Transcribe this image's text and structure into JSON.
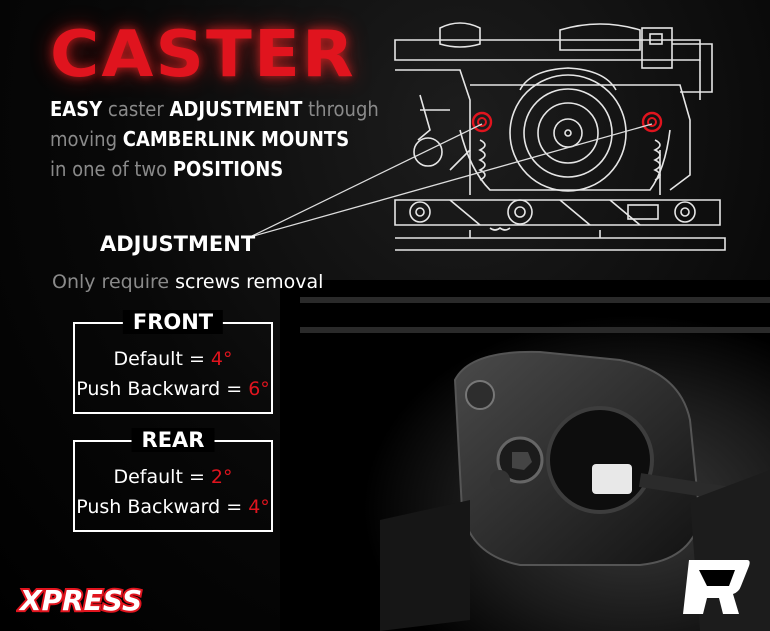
{
  "title": "CASTER",
  "description": {
    "line1": [
      {
        "text": "EASY",
        "bold": true
      },
      {
        "text": " caster ",
        "bold": false
      },
      {
        "text": "ADJUSTMENT",
        "bold": true
      },
      {
        "text": " through",
        "bold": false
      }
    ],
    "line2": [
      {
        "text": "moving ",
        "bold": false
      },
      {
        "text": "CAMBERLINK MOUNTS",
        "bold": true
      }
    ],
    "line3": [
      {
        "text": "in one of two ",
        "bold": false
      },
      {
        "text": "POSITIONS",
        "bold": true
      }
    ]
  },
  "adjustment": {
    "title": "ADJUSTMENT",
    "sub_prefix": "Only require ",
    "sub_highlight": "screws removal"
  },
  "front": {
    "heading": "FRONT",
    "default_label": "Default = ",
    "default_value": "4°",
    "push_label": "Push Backward = ",
    "push_value": "6°"
  },
  "rear": {
    "heading": "REAR",
    "default_label": "Default = ",
    "default_value": "2°",
    "push_label": "Push Backward = ",
    "push_value": "4°"
  },
  "brand": {
    "xpress": "XPRESS",
    "logo_letter": "R"
  },
  "colors": {
    "accent_red": "#e0141e",
    "text_white": "#ffffff",
    "text_grey": "#8a8a8a",
    "background": "#000000"
  },
  "icons": [
    "suspension-line-drawing",
    "chassis-photo",
    "red-bolt-marker",
    "r-logo-icon"
  ]
}
